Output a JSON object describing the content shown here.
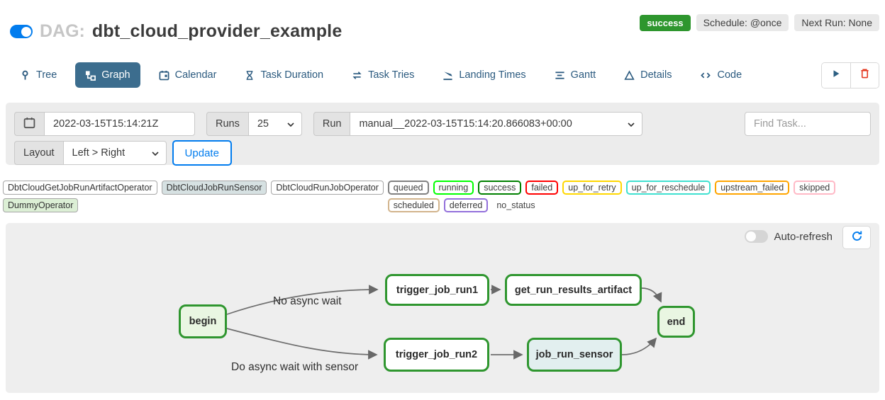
{
  "header": {
    "pause_toggle_on": true,
    "dag_prefix": "DAG:",
    "dag_name": "dbt_cloud_provider_example",
    "status_badge": "success",
    "status_color": "#2e962e",
    "schedule_badge": "Schedule: @once",
    "next_run_badge": "Next Run: None"
  },
  "tabs": [
    {
      "label": "Tree",
      "icon": "tree-icon",
      "active": false
    },
    {
      "label": "Graph",
      "icon": "graph-icon",
      "active": true
    },
    {
      "label": "Calendar",
      "icon": "calendar-icon",
      "active": false
    },
    {
      "label": "Task Duration",
      "icon": "hourglass-icon",
      "active": false
    },
    {
      "label": "Task Tries",
      "icon": "repeat-icon",
      "active": false
    },
    {
      "label": "Landing Times",
      "icon": "plane-landing-icon",
      "active": false
    },
    {
      "label": "Gantt",
      "icon": "gantt-icon",
      "active": false
    },
    {
      "label": "Details",
      "icon": "triangle-icon",
      "active": false
    },
    {
      "label": "Code",
      "icon": "code-icon",
      "active": false
    }
  ],
  "actions": {
    "play_color": "#2c5f82",
    "trash_color": "#e43921"
  },
  "filters": {
    "base_date_value": "2022-03-15T15:14:21Z",
    "runs_label": "Runs",
    "runs_value": "25",
    "run_label": "Run",
    "run_value": "manual__2022-03-15T15:14:20.866083+00:00",
    "find_task_placeholder": "Find Task...",
    "layout_label": "Layout",
    "layout_value": "Left > Right",
    "update_label": "Update"
  },
  "legend": {
    "operators": [
      {
        "label": "DbtCloudGetJobRunArtifactOperator",
        "color": "#ffffff"
      },
      {
        "label": "DbtCloudJobRunSensor",
        "color": "#d6e1e2"
      },
      {
        "label": "DbtCloudRunJobOperator",
        "color": "#ffffff"
      },
      {
        "label": "DummyOperator",
        "color": "#dcefd5"
      }
    ],
    "states": [
      {
        "label": "queued",
        "color": "#808080"
      },
      {
        "label": "running",
        "color": "#00ff00"
      },
      {
        "label": "success",
        "color": "#008000"
      },
      {
        "label": "failed",
        "color": "#ff0000"
      },
      {
        "label": "up_for_retry",
        "color": "#ffd700"
      },
      {
        "label": "up_for_reschedule",
        "color": "#40e0d0"
      },
      {
        "label": "upstream_failed",
        "color": "#ffa500"
      },
      {
        "label": "skipped",
        "color": "#ffb9c6"
      },
      {
        "label": "scheduled",
        "color": "#d2b48c"
      },
      {
        "label": "deferred",
        "color": "#9370db"
      }
    ],
    "no_status_label": "no_status"
  },
  "graph": {
    "auto_refresh_label": "Auto-refresh",
    "auto_refresh_on": false,
    "node_border_color": "#2f962f",
    "nodes": [
      {
        "id": "begin",
        "label": "begin",
        "fill": "#e9f6e2"
      },
      {
        "id": "trigger_job_run1",
        "label": "trigger_job_run1",
        "fill": "#ffffff"
      },
      {
        "id": "get_run_results_artifact",
        "label": "get_run_results_artifact",
        "fill": "#ffffff"
      },
      {
        "id": "end",
        "label": "end",
        "fill": "#e9f6e2"
      },
      {
        "id": "trigger_job_run2",
        "label": "trigger_job_run2",
        "fill": "#ffffff"
      },
      {
        "id": "job_run_sensor",
        "label": "job_run_sensor",
        "fill": "#e2efef"
      }
    ],
    "edge_labels": [
      "No async wait",
      "Do async wait with sensor"
    ]
  }
}
